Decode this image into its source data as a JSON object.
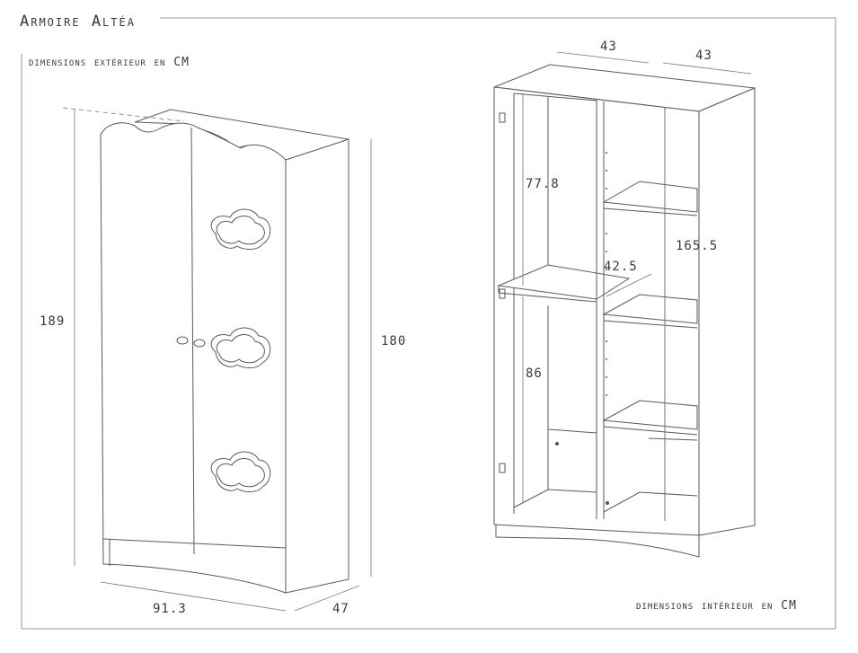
{
  "title": "Armoire Altéa",
  "left_view": {
    "caption": "dimensions extérieur en CM",
    "height_total": "189",
    "height_body": "180",
    "width": "91.3",
    "depth": "47"
  },
  "right_view": {
    "caption": "dimensions intérieur en CM",
    "top_width_left": "43",
    "top_width_right": "43",
    "upper_left_height": "77.8",
    "shelf_depth": "42.5",
    "right_height": "165.5",
    "lower_left_height": "86"
  }
}
